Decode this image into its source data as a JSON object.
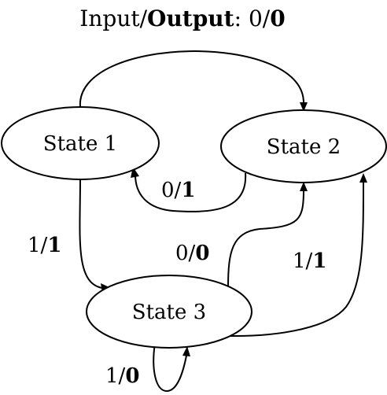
{
  "title": {
    "input_word": "Input/",
    "output_word": "Output",
    "colon_value": ": 0/",
    "output_value": "0"
  },
  "nodes": [
    {
      "id": "s1",
      "label": "State 1"
    },
    {
      "id": "s2",
      "label": "State 2"
    },
    {
      "id": "s3",
      "label": "State 3"
    }
  ],
  "edges": [
    {
      "from": "s1",
      "to": "s2",
      "input": "",
      "output": ""
    },
    {
      "from": "s2",
      "to": "s1",
      "input": "0/",
      "output": "1"
    },
    {
      "from": "s1",
      "to": "s3",
      "input": "1/",
      "output": "1"
    },
    {
      "from": "s3",
      "to": "s2",
      "input": "0/",
      "output": "0"
    },
    {
      "from": "s3",
      "to": "s2",
      "input": "1/",
      "output": "1"
    },
    {
      "from": "s3",
      "to": "s3",
      "input": "1/",
      "output": "0"
    }
  ]
}
